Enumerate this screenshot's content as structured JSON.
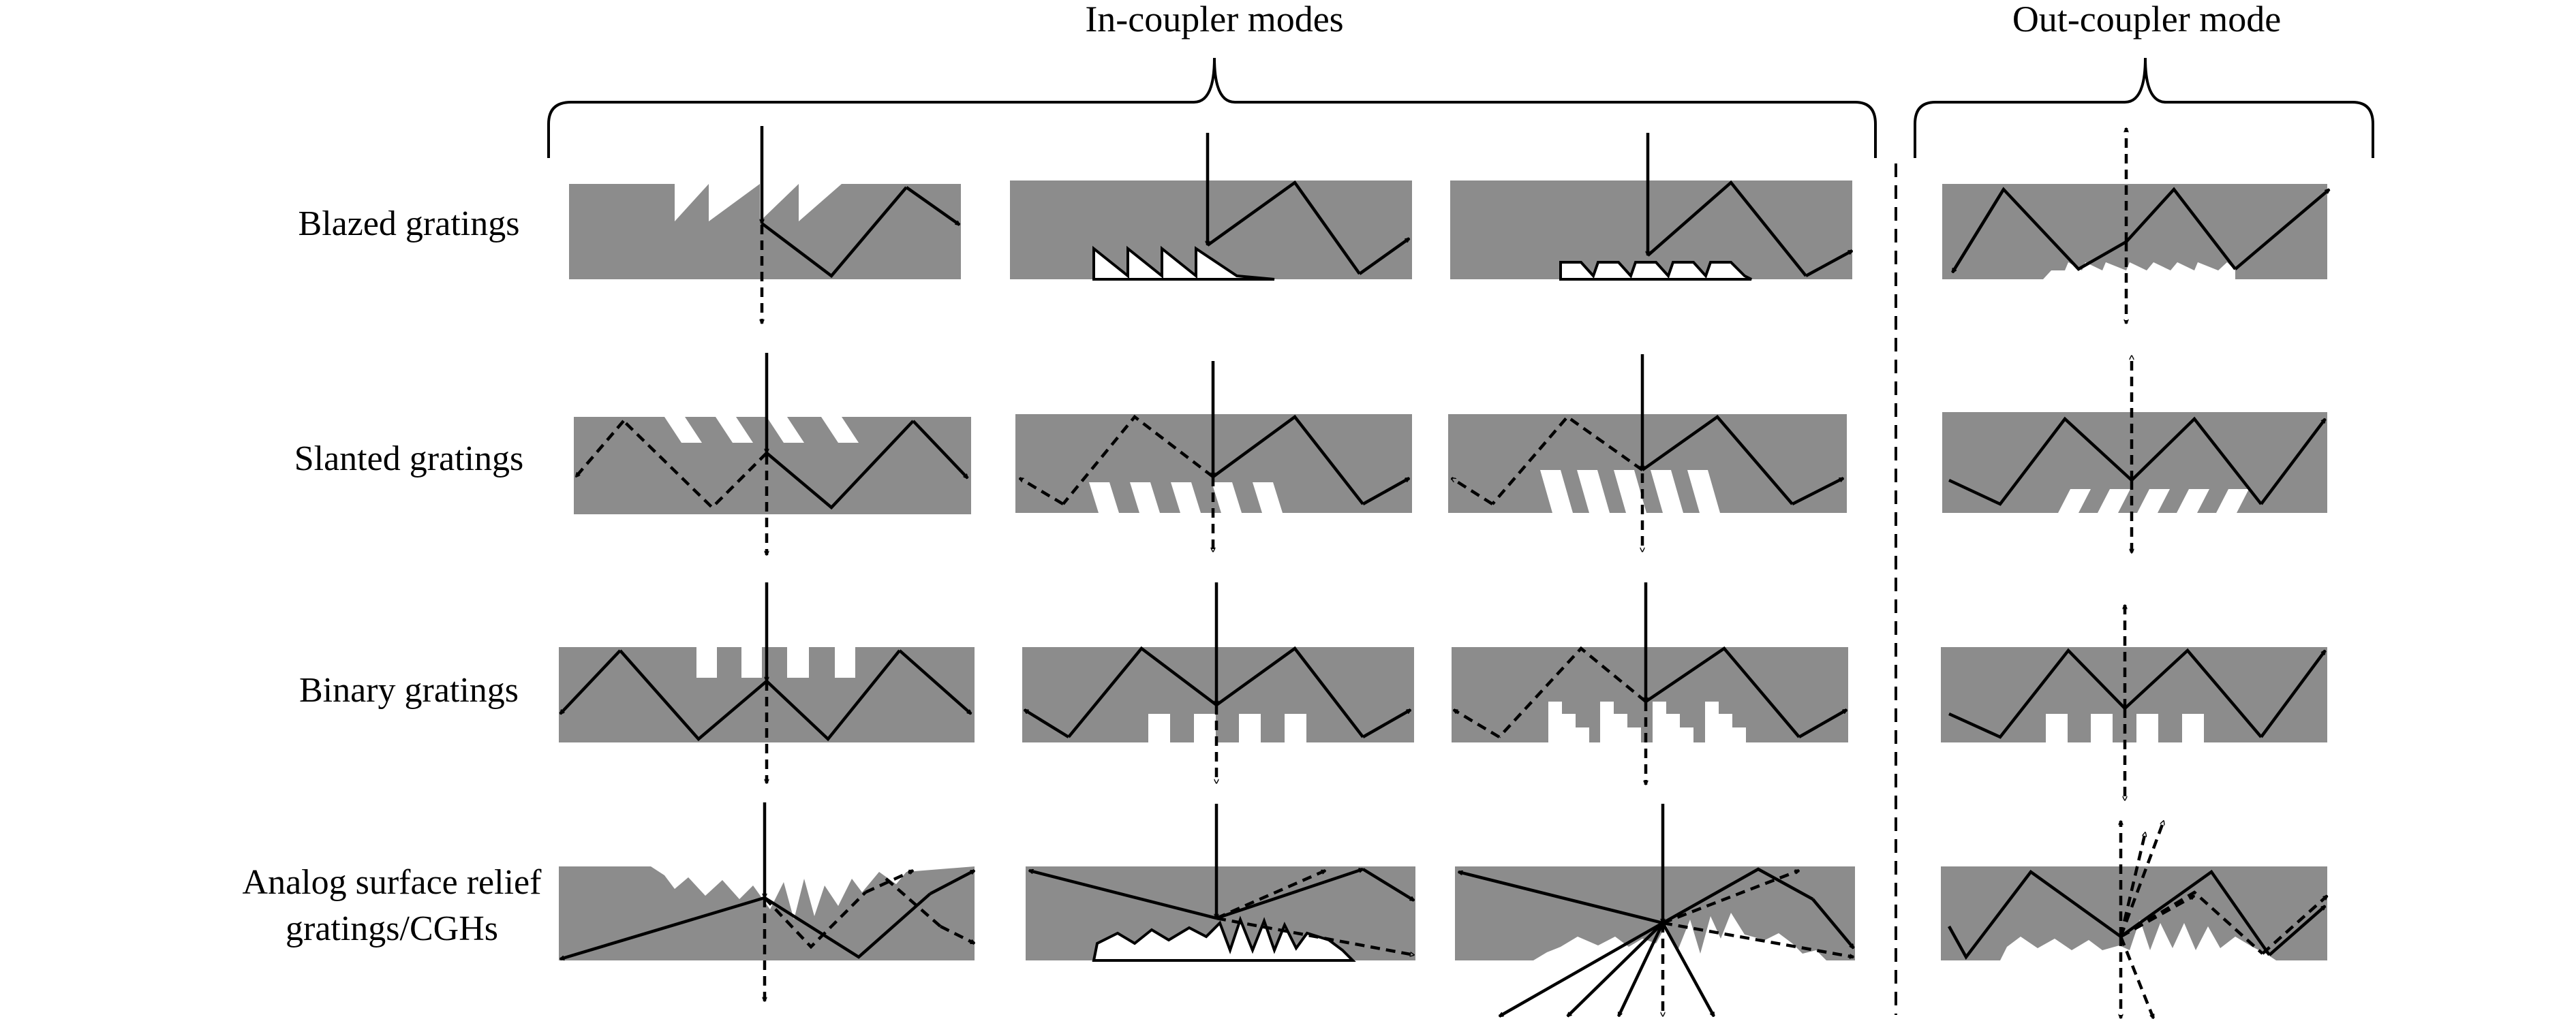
{
  "headers": {
    "in_coupler": "In-coupler modes",
    "out_coupler": "Out-coupler mode"
  },
  "rows": [
    {
      "id": "blazed",
      "label": "Blazed gratings"
    },
    {
      "id": "slanted",
      "label": "Slanted gratings"
    },
    {
      "id": "binary",
      "label": "Binary gratings"
    },
    {
      "id": "analog",
      "label_line1": "Analog surface relief",
      "label_line2": "gratings/CGHs"
    }
  ],
  "colors": {
    "waveguide": "#8c8c8c",
    "grating": "#ffffff",
    "ray": "#000000"
  }
}
